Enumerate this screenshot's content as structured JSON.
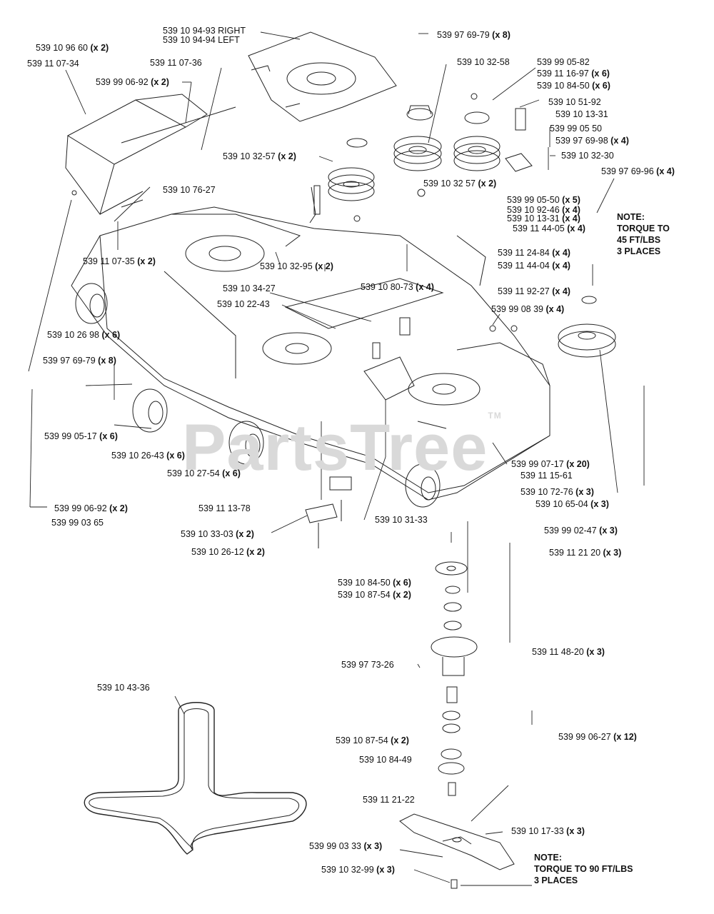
{
  "watermark": "PartsTree",
  "watermark_tm": "TM",
  "labels": [
    {
      "num": "539 10 96 60",
      "qty": "(x 2)"
    },
    {
      "num": "539 11 07-34",
      "qty": ""
    },
    {
      "num": "539 10 94-93 RIGHT",
      "qty": ""
    },
    {
      "num": "539 10 94-94 LEFT",
      "qty": ""
    },
    {
      "num": "539 11 07-36",
      "qty": ""
    },
    {
      "num": "539 99 06-92",
      "qty": "(x 2)"
    },
    {
      "num": "539 97 69-79",
      "qty": "(x 8)"
    },
    {
      "num": "539 10 32-58",
      "qty": ""
    },
    {
      "num": "539 99 05-82",
      "qty": ""
    },
    {
      "num": "539 11 16-97",
      "qty": "(x 6)"
    },
    {
      "num": "539 10 84-50",
      "qty": "(x 6)"
    },
    {
      "num": "539 10 51-92",
      "qty": ""
    },
    {
      "num": "539 10 13-31",
      "qty": ""
    },
    {
      "num": "539 99 05 50",
      "qty": ""
    },
    {
      "num": "539 97 69-98",
      "qty": "(x 4)"
    },
    {
      "num": "539 10 32-30",
      "qty": ""
    },
    {
      "num": "539 10 32-57",
      "qty": "(x 2)"
    },
    {
      "num": "539 10 32 57",
      "qty": "(x 2)"
    },
    {
      "num": "539 97 69-96",
      "qty": "(x 4)"
    },
    {
      "num": "539 10 76-27",
      "qty": ""
    },
    {
      "num": "539 99 05-50",
      "qty": "(x 5)"
    },
    {
      "num": "539 10 92-46",
      "qty": "(x 4)"
    },
    {
      "num": "539 10 13-31",
      "qty": "(x 4)"
    },
    {
      "num": "539 11 44-05",
      "qty": "(x 4)"
    },
    {
      "num": "539 11 07-35",
      "qty": "(x 2)"
    },
    {
      "num": "539 10 32-95",
      "qty": "(x 2)"
    },
    {
      "num": "539 11 24-84",
      "qty": "(x 4)"
    },
    {
      "num": "539 11 44-04",
      "qty": "(x 4)"
    },
    {
      "num": "539 10 80-73",
      "qty": "(x 4)"
    },
    {
      "num": "539 10 34-27",
      "qty": ""
    },
    {
      "num": "539 11 92-27",
      "qty": "(x 4)"
    },
    {
      "num": "539 10 22-43",
      "qty": ""
    },
    {
      "num": "539 99 08 39",
      "qty": "(x 4)"
    },
    {
      "num": "539 10 26 98",
      "qty": "(x 6)"
    },
    {
      "num": "539 97 69-79",
      "qty": "(x 8)"
    },
    {
      "num": "539 99 05-17",
      "qty": "(x 6)"
    },
    {
      "num": "539 10 26-43",
      "qty": "(x 6)"
    },
    {
      "num": "539 10 27-54",
      "qty": "(x 6)"
    },
    {
      "num": "539 99 07-17",
      "qty": "(x 20)"
    },
    {
      "num": "539 11 15-61",
      "qty": ""
    },
    {
      "num": "539 10 72-76",
      "qty": "(x 3)"
    },
    {
      "num": "539 10 65-04",
      "qty": "(x 3)"
    },
    {
      "num": "539 99 06-92",
      "qty": "(x 2)"
    },
    {
      "num": "539 99 03 65",
      "qty": ""
    },
    {
      "num": "539 11 13-78",
      "qty": ""
    },
    {
      "num": "539 10 31-33",
      "qty": ""
    },
    {
      "num": "539 10 33-03",
      "qty": "(x 2)"
    },
    {
      "num": "539 99 02-47",
      "qty": "(x 3)"
    },
    {
      "num": "539 10 26-12",
      "qty": "(x 2)"
    },
    {
      "num": "539 11 21 20",
      "qty": "(x 3)"
    },
    {
      "num": "539 10 84-50",
      "qty": "(x 6)"
    },
    {
      "num": "539 10 87-54",
      "qty": "(x 2)"
    },
    {
      "num": "539 11 48-20",
      "qty": "(x 3)"
    },
    {
      "num": "539 97 73-26",
      "qty": ""
    },
    {
      "num": "539 10 43-36",
      "qty": ""
    },
    {
      "num": "539 99 06-27",
      "qty": "(x 12)"
    },
    {
      "num": "539 10 87-54",
      "qty": "(x 2)"
    },
    {
      "num": "539 10 84-49",
      "qty": ""
    },
    {
      "num": "539 11 21-22",
      "qty": ""
    },
    {
      "num": "539 10 17-33",
      "qty": "(x 3)"
    },
    {
      "num": "539 99 03 33",
      "qty": "(x 3)"
    },
    {
      "num": "539 10 32-99",
      "qty": "(x 3)"
    }
  ],
  "notes": {
    "note1": {
      "line1": "NOTE:",
      "line2": "TORQUE TO",
      "line3": "45 FT/LBS",
      "line4": "3 PLACES"
    },
    "note2": {
      "line1": "NOTE:",
      "line2": "TORQUE TO 90 FT/LBS",
      "line3": "3 PLACES"
    }
  }
}
